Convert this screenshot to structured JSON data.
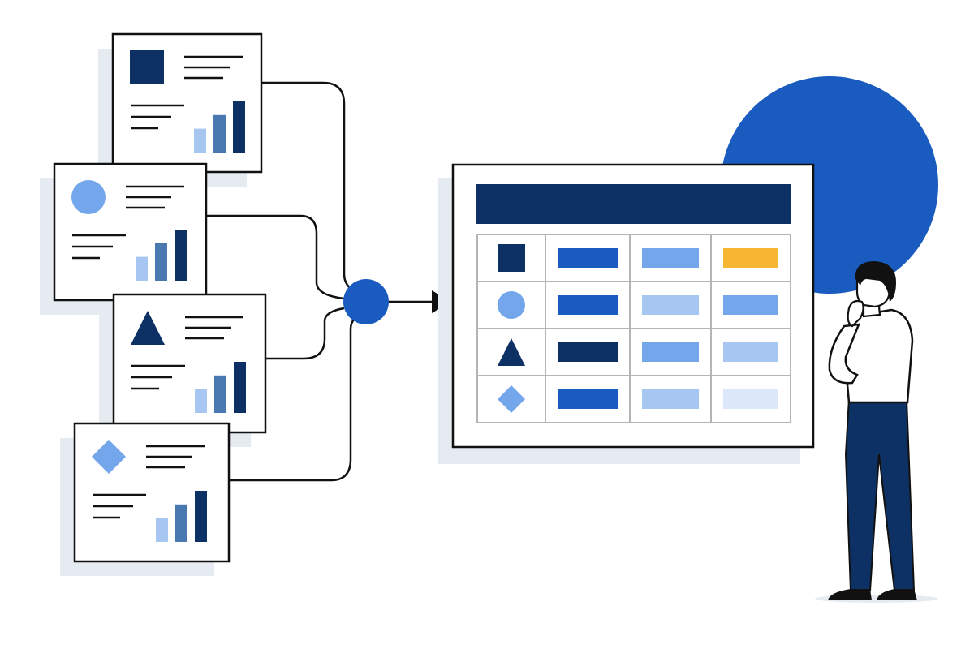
{
  "colors": {
    "navy": "#0d3164",
    "blue": "#1a5bbf",
    "mid_blue": "#4a78b0",
    "light_blue": "#74a6ec",
    "pale_blue": "#a8c6f2",
    "faint_blue": "#dce8fa",
    "yellow": "#f6b532",
    "shadow": "#e6ebf2",
    "ink": "#111111",
    "grid": "#b5b5b5",
    "skin": "#ffffff"
  },
  "source_documents": [
    {
      "icon": "square-icon",
      "icon_color": "navy",
      "bars": [
        0.35,
        0.55,
        0.75
      ]
    },
    {
      "icon": "circle-icon",
      "icon_color": "light_blue",
      "bars": [
        0.35,
        0.55,
        0.75
      ]
    },
    {
      "icon": "triangle-icon",
      "icon_color": "navy",
      "bars": [
        0.35,
        0.55,
        0.75
      ]
    },
    {
      "icon": "diamond-icon",
      "icon_color": "light_blue",
      "bars": [
        0.35,
        0.55,
        0.75
      ]
    }
  ],
  "merge_node": {
    "color": "blue"
  },
  "result_table": {
    "header_color": "navy",
    "rows": [
      {
        "icon": "square-icon",
        "icon_color": "navy",
        "cells": [
          "blue",
          "light_blue",
          "yellow"
        ]
      },
      {
        "icon": "circle-icon",
        "icon_color": "light_blue",
        "cells": [
          "blue",
          "pale_blue",
          "light_blue"
        ]
      },
      {
        "icon": "triangle-icon",
        "icon_color": "navy",
        "cells": [
          "navy",
          "light_blue",
          "pale_blue"
        ]
      },
      {
        "icon": "diamond-icon",
        "icon_color": "light_blue",
        "cells": [
          "blue",
          "pale_blue",
          "faint_blue"
        ]
      }
    ]
  },
  "person": {
    "pose": "thinking"
  },
  "backdrop_circle": {
    "color": "blue"
  }
}
